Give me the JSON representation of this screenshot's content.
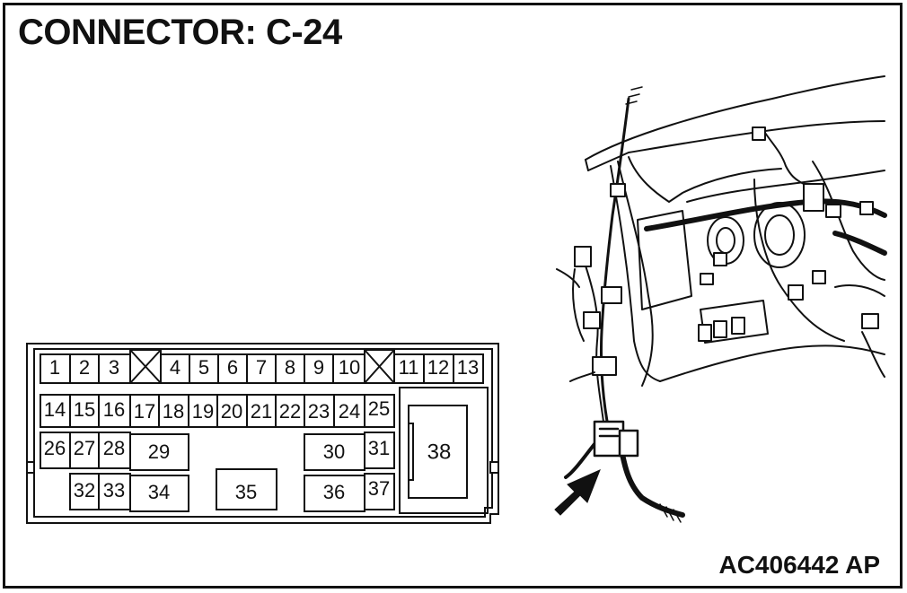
{
  "title": "CONNECTOR: C-24",
  "reference_code": "AC406442 AP",
  "connector": {
    "row1": [
      "1",
      "2",
      "3",
      "4",
      "5",
      "6",
      "7",
      "8",
      "9",
      "10",
      "11",
      "12",
      "13"
    ],
    "row2": [
      "14",
      "15",
      "16",
      "17",
      "18",
      "19",
      "20",
      "21",
      "22",
      "23",
      "24",
      "25"
    ],
    "row3": [
      "26",
      "27",
      "28",
      "29",
      "30",
      "31"
    ],
    "row4": [
      "32",
      "33",
      "34",
      "35",
      "36",
      "37"
    ],
    "large_pin": "38"
  }
}
